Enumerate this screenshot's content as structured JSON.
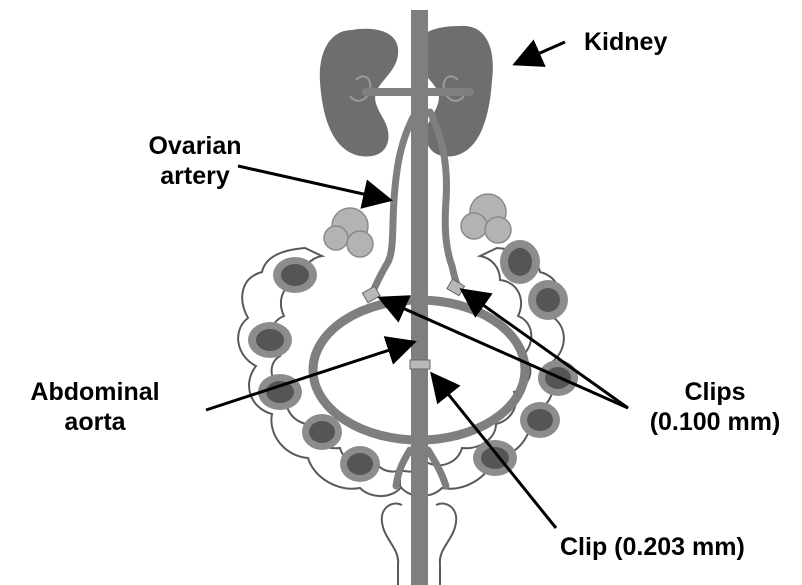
{
  "labels": {
    "kidney": "Kidney",
    "ovarian_artery_line1": "Ovarian",
    "ovarian_artery_line2": "artery",
    "abdominal_aorta_line1": "Abdominal",
    "abdominal_aorta_line2": "aorta",
    "clips_line1": "Clips",
    "clips_line2": "(0.100 mm)",
    "clip": "Clip (0.203 mm)"
  },
  "colors": {
    "vessel": "#7f7f7f",
    "kidney": "#6e6e6e",
    "ovary": "#b3b3b3",
    "fetus_dark": "#555555",
    "fetus_mid": "#8c8c8c",
    "uterus_outline": "#595959",
    "clip_fill": "#b8b8b8",
    "arrow": "#000000"
  }
}
